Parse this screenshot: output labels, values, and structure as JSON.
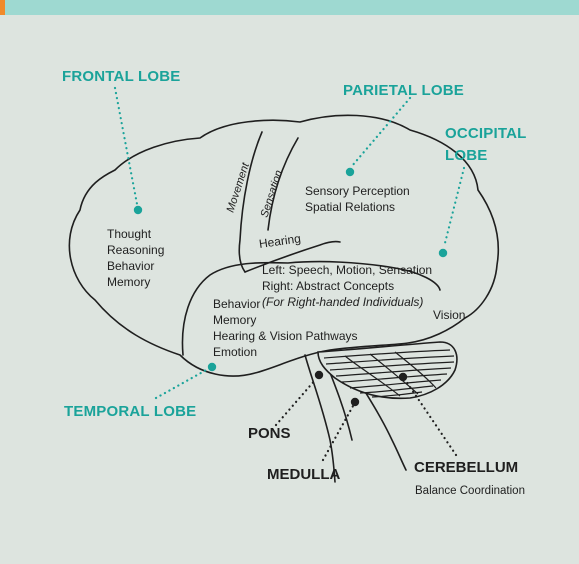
{
  "colors": {
    "background": "#dde4df",
    "top_bar": "#9ed9d1",
    "corner_accent": "#f08a2a",
    "teal": "#1aa39a",
    "text": "#1f1f1f"
  },
  "lobes": {
    "frontal": {
      "title": "FRONTAL LOBE",
      "functions": [
        "Thought",
        "Reasoning",
        "Behavior",
        "Memory"
      ]
    },
    "parietal": {
      "title": "PARIETAL LOBE",
      "functions": [
        "Sensory Perception",
        "Spatial Relations"
      ]
    },
    "occipital": {
      "title_line1": "OCCIPITAL",
      "title_line2": "LOBE",
      "functions": [
        "Left: Speech, Motion, Sensation",
        "Right: Abstract Concepts",
        "(For Right-handed Individuals)"
      ],
      "vision": "Vision"
    },
    "temporal": {
      "title": "TEMPORAL LOBE",
      "functions": [
        "Behavior",
        "Memory",
        "Hearing & Vision Pathways",
        "Emotion"
      ]
    }
  },
  "strips": {
    "movement": "Movement",
    "sensation": "Sensation",
    "hearing": "Hearing"
  },
  "structures": {
    "pons": "PONS",
    "medulla": "MEDULLA",
    "cerebellum": "CEREBELLUM",
    "cerebellum_function": "Balance Coordination"
  }
}
